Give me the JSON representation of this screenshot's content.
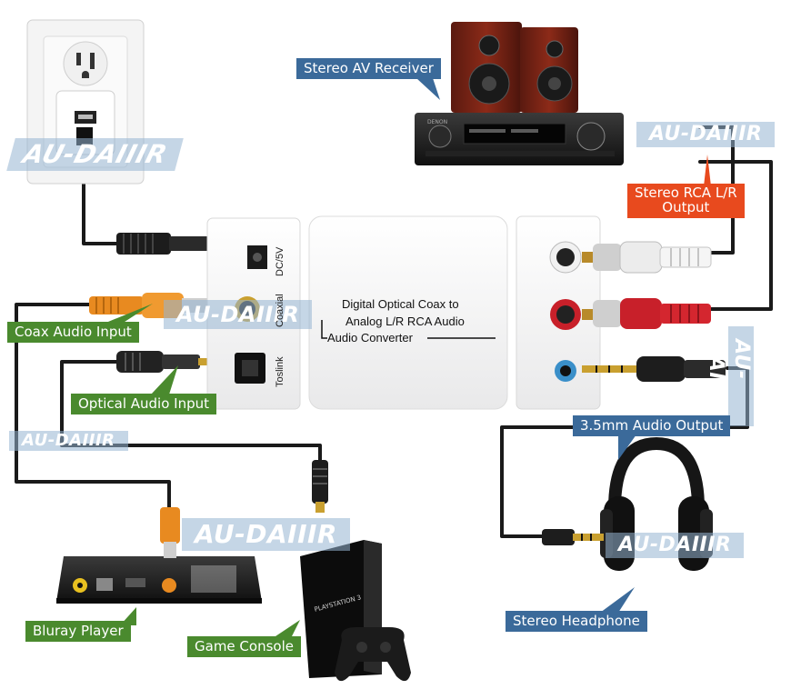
{
  "labels": {
    "stereo_av_receiver": "Stereo AV Receiver",
    "stereo_rca_output": [
      "Stereo RCA L/R",
      "Output"
    ],
    "coax_audio_input": "Coax Audio Input",
    "optical_audio_input": "Optical Audio Input",
    "audio_output_35mm": "3.5mm Audio Output",
    "bluray_player": "Bluray Player",
    "game_console": "Game Console",
    "stereo_headphone": "Stereo Headphone"
  },
  "converter": {
    "title_lines": [
      "Digital Optical Coax to",
      "Analog L/R RCA Audio",
      "Audio Converter"
    ],
    "port_dc": "DC/5V",
    "port_coaxial": "Coaxial",
    "port_toslink": "Toslink"
  },
  "watermark": "AU-DAIIIR",
  "device_text": {
    "playstation": "PLAYSTATION 3",
    "receiver_brand": "DENON"
  },
  "colors": {
    "label_blue": "#3b6a9a",
    "label_green": "#4a8a2e",
    "label_red": "#e84a1e",
    "cable": "#1a1a1a",
    "rca_red": "#c8202a",
    "rca_white": "#e8e8e8",
    "rca_orange": "#e88a20"
  }
}
